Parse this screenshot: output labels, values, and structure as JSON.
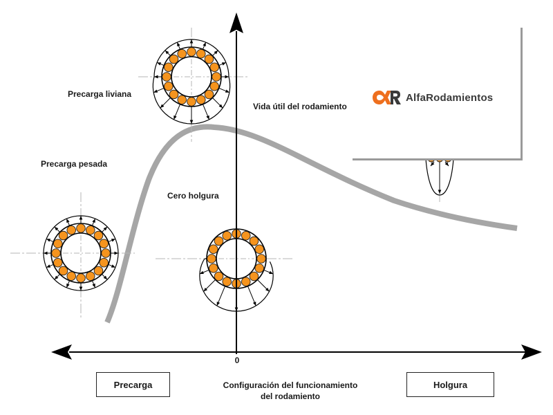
{
  "diagram": {
    "y_axis_label": "Vida útil del rodamiento",
    "x_axis_label_line1": "Configuración del funcionamiento",
    "x_axis_label_line2": "del rodamiento",
    "origin_label": "0",
    "left_box": "Precarga",
    "right_box": "Holgura",
    "annotations": {
      "light_preload": "Precarga liviana",
      "heavy_preload": "Precarga pesada",
      "zero_clearance": "Cero holgura"
    },
    "curve": {
      "description": "Bearing life vs operating clearance: rises steeply from heavy preload, peaks in light preload, decays toward clearance",
      "color": "#a6a6a6"
    },
    "bearing_icons": [
      {
        "name": "light-preload-bearing",
        "load_zone": "full, larger at bottom"
      },
      {
        "name": "heavy-preload-bearing",
        "load_zone": "full, uniform"
      },
      {
        "name": "zero-clearance-bearing",
        "load_zone": "lower half"
      },
      {
        "name": "clearance-bearing",
        "load_zone": "narrow bottom, partially hidden"
      }
    ],
    "colors": {
      "roller": "#f5941e",
      "axis": "#000000",
      "centerline": "#b5b5b5"
    }
  },
  "logo": {
    "text": "AlfaRodamientos",
    "accent": "#ee6f1e",
    "dark": "#3a3a3a"
  }
}
